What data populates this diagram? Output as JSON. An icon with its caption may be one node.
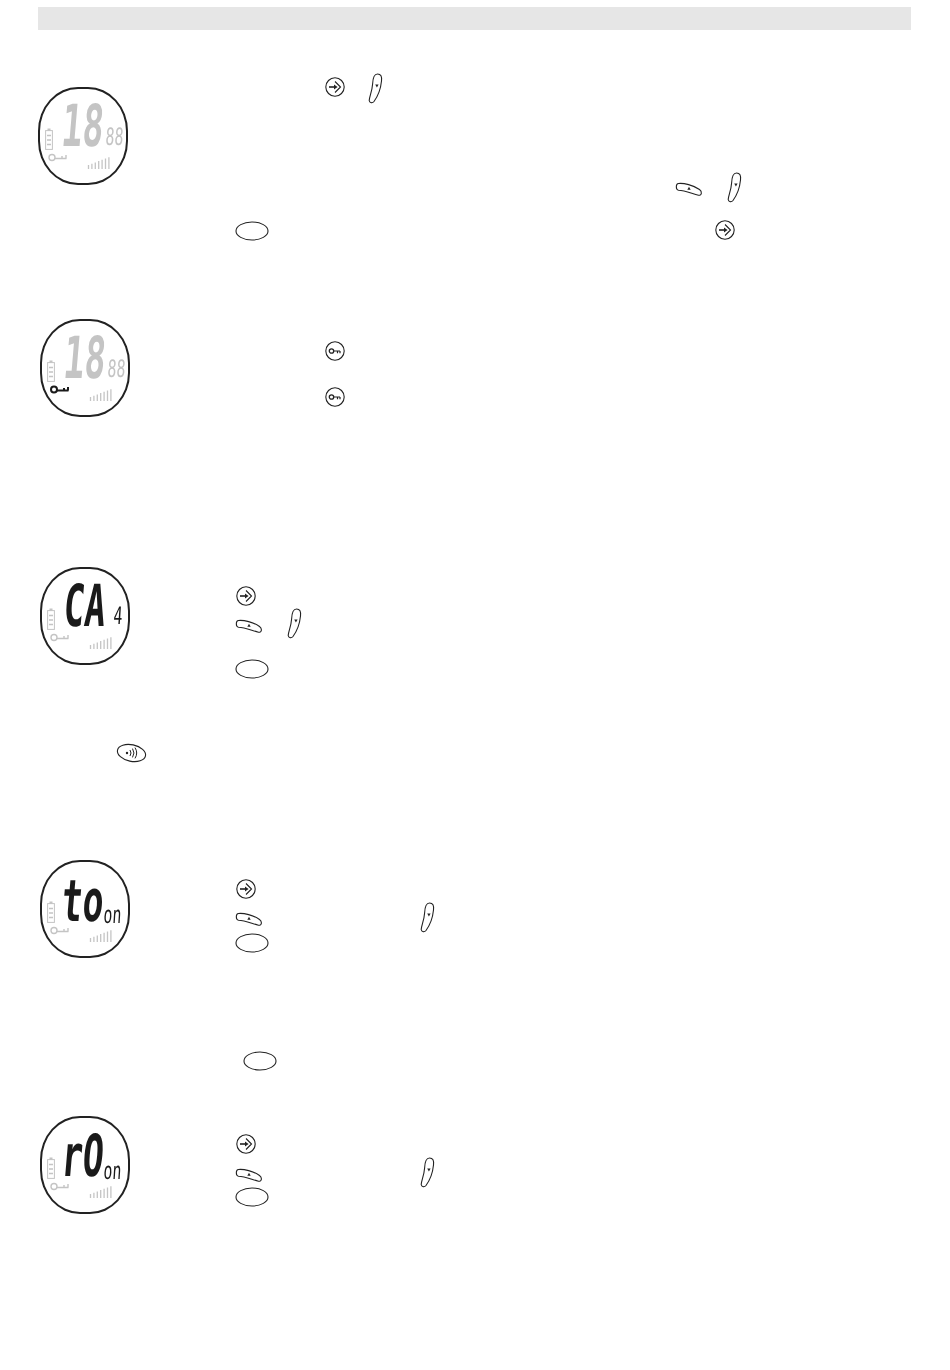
{
  "diagram": {
    "nodes": [
      {
        "text": [
          "18",
          "88"
        ]
      },
      {
        "text": [
          "18",
          "88"
        ]
      },
      {
        "text": [
          "CA",
          "4"
        ]
      },
      {
        "text": [
          "to",
          "on"
        ]
      },
      {
        "text": [
          "rO",
          "on"
        ]
      }
    ]
  }
}
